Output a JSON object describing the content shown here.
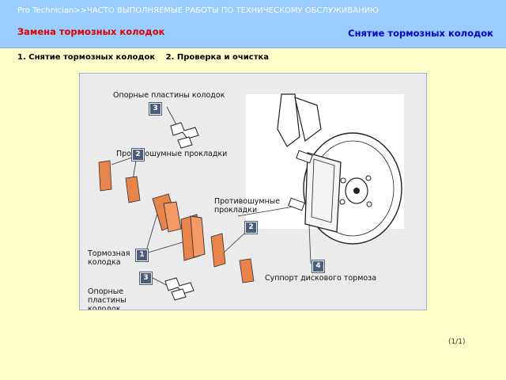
{
  "header": {
    "breadcrumb": "Pro Technician>>ЧАСТО ВЫПОЛНЯЕМЫЕ РАБОТЫ ПО ТЕХНИЧЕСКОМУ ОБСЛУЖИВАНИЮ",
    "title": "Замена тормозных колодок",
    "section_title": "Снятие тормозных колодок"
  },
  "steps": [
    "1. Снятие тормозных колодок",
    "2. Проверка и очистка"
  ],
  "figure": {
    "labels": {
      "support_plates_top": "Опорные пластины колодок",
      "shims_top": "Противошумные прокладки",
      "shims_right": "Противошумные прокладки",
      "brake_pad": "Тормозная колодка",
      "caliper": "Суппорт дискового тормоза",
      "support_plates_bottom": "Опорные пластины колодок"
    },
    "callouts": [
      "3",
      "2",
      "2",
      "1",
      "4",
      "3"
    ]
  },
  "pagination": "(1/1)",
  "colors": {
    "header_bg": "#99ccff",
    "page_bg": "#ffffcc",
    "title": "#e00000",
    "section": "#0000cc",
    "callout_bg": "#4b5d7a",
    "parts": "#e8834a"
  }
}
